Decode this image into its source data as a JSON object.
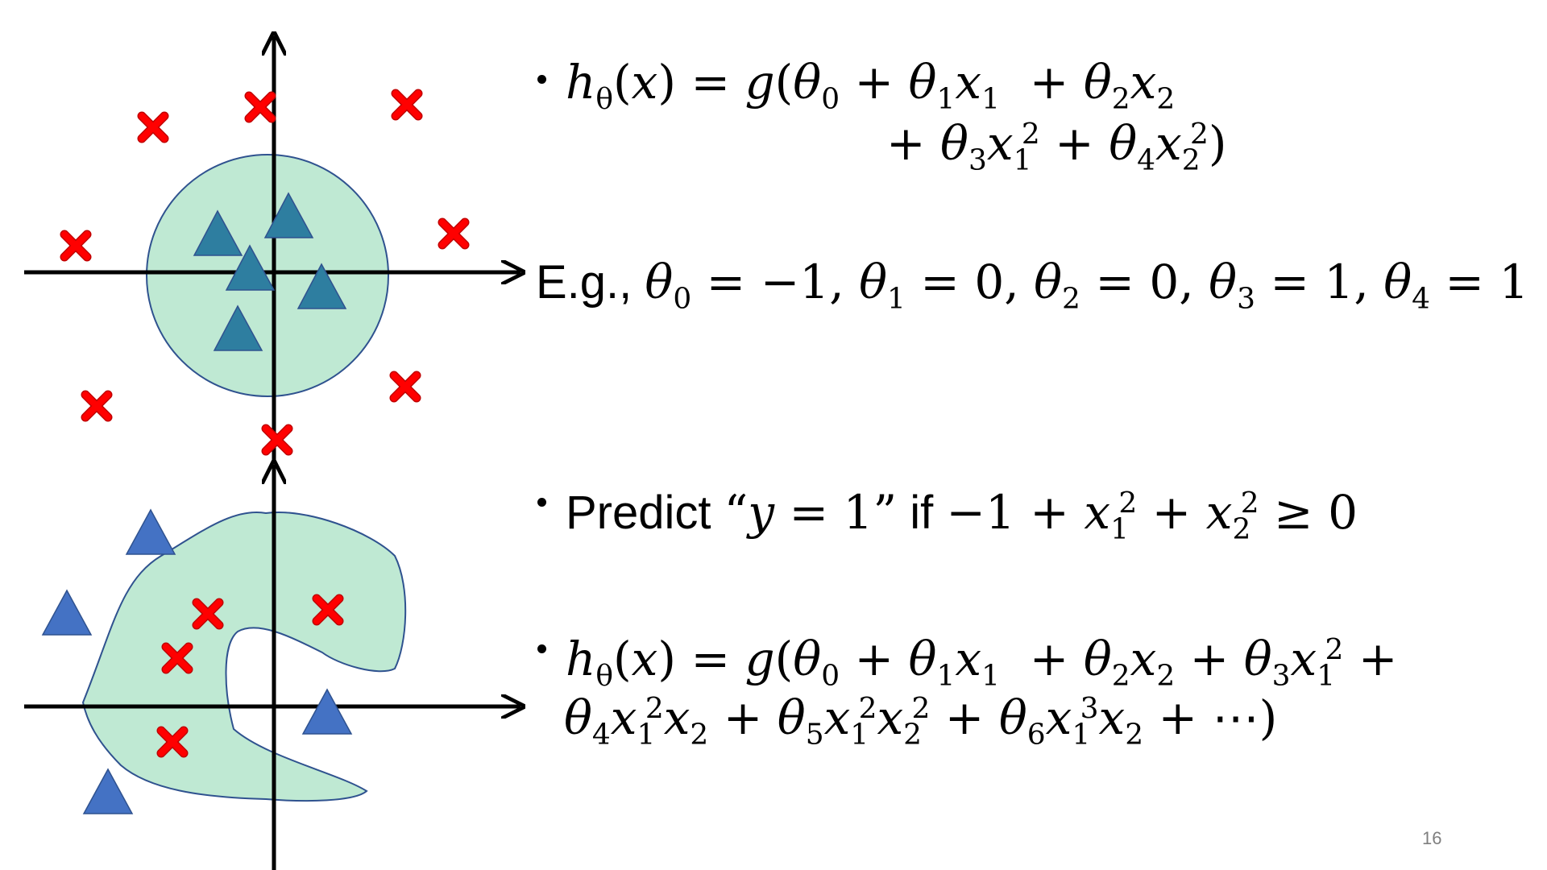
{
  "page_number": "16",
  "colors": {
    "region_fill": "#bfe9d3",
    "region_stroke": "#2f528f",
    "cross": "#ff0000",
    "triangle_top": "#2e7ea0",
    "triangle_bottom": "#4472c4",
    "axis": "#000000"
  },
  "bullets": [
    {
      "id": "hypothesis-1",
      "line1": "hθ(x) = g(θ0 + θ1x1 + θ2x2",
      "line2": "+ θ3x1^2 + θ4x2^2)"
    },
    {
      "id": "example-params",
      "prefix": "E.g.,",
      "text": "θ0 = −1, θ1 = 0, θ2 = 0, θ3 = 1, θ4 = 1"
    },
    {
      "id": "predict-rule",
      "prefix": "Predict",
      "quote": "“y = 1”",
      "if": "if",
      "condition": "−1 + x1^2 + x2^2 ≥ 0"
    },
    {
      "id": "hypothesis-2",
      "line1": "hθ(x) = g(θ0 + θ1x1 + θ2x2 + θ3x1^2 +",
      "line2": "θ4x1^2x2 + θ5x1^2x2^2 + θ6x1^3x2 + ⋯)"
    }
  ],
  "icons": [
    "cross-marker-icon",
    "triangle-marker-icon",
    "bullet-icon"
  ]
}
